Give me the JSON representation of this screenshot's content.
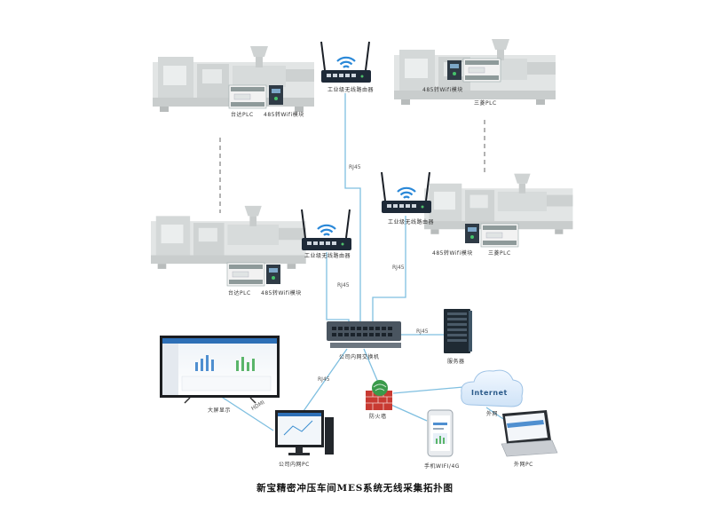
{
  "labels": {
    "router_top": "工业级无线路由器",
    "router_mid_right": "工业级无线路由器",
    "router_mid_left": "工业级无线路由器",
    "plc_m1": "台达PLC",
    "wifi_m1": "485转Wifi模块",
    "wifi_m2": "485转Wifi模块",
    "plc_m2": "三菱PLC",
    "wifi_m3": "485转Wifi模块",
    "plc_m3": "三菱PLC",
    "plc_m4": "台达PLC",
    "wifi_m4": "485转Wifi模块",
    "switch": "公司内网交换机",
    "server": "服务器",
    "firewall": "防火墙",
    "internet_cloud": "Internet",
    "external_net": "外网",
    "big_screen": "大屏显示",
    "hdmi": "HDMI",
    "office_pc": "公司内网PC",
    "mobile": "手机WIFI/4G",
    "external_pc": "外网PC",
    "caption": "新宝精密冲压车间MES系统无线采集拓扑图"
  },
  "links": {
    "rj45_top": "RJ45",
    "rj45_right": "RJ45",
    "rj45_left": "RJ45",
    "rj45_server": "RJ45",
    "rj45_pc": "RJ45"
  },
  "colors": {
    "link_line": "#7fbfe0",
    "machine": "#d9dcdc",
    "router_body": "#1e2a38",
    "switch_body": "#4a5560",
    "server_body": "#1f2a33",
    "firewall": "#c83a32",
    "wifi_arcs": "#2a88d8"
  }
}
